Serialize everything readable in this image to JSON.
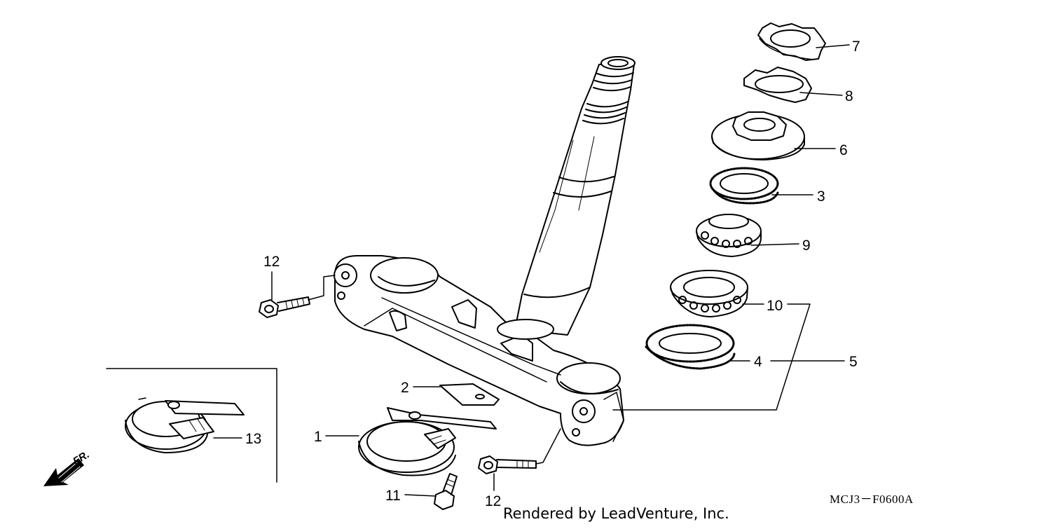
{
  "callouts": {
    "c1": "1",
    "c2": "2",
    "c3": "3",
    "c4": "4",
    "c5": "5",
    "c6": "6",
    "c7": "7",
    "c8": "8",
    "c9": "9",
    "c10": "10",
    "c11": "11",
    "c12a": "12",
    "c12b": "12",
    "c13": "13"
  },
  "direction_label": "FR.",
  "diagram_code": "MCJ3－F0600A",
  "credit": "Rendered by LeadVenture, Inc."
}
